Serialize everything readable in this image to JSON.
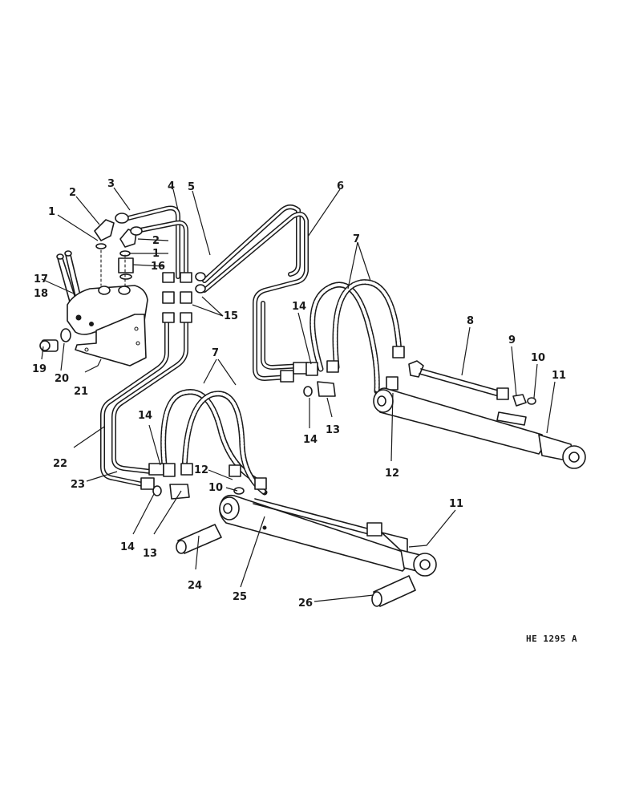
{
  "callouts": {
    "c1a": "1",
    "c1b": "1",
    "c2a": "2",
    "c2b": "2",
    "c3": "3",
    "c4": "4",
    "c5": "5",
    "c6": "6",
    "c7a": "7",
    "c7b": "7",
    "c8": "8",
    "c9": "9",
    "c10a": "10",
    "c10b": "10",
    "c11a": "11",
    "c11b": "11",
    "c12a": "12",
    "c12b": "12",
    "c13a": "13",
    "c13b": "13",
    "c14a": "14",
    "c14b": "14",
    "c14c": "14",
    "c14d": "14",
    "c15": "15",
    "c16": "16",
    "c17": "17",
    "c18": "18",
    "c19": "19",
    "c20": "20",
    "c21": "21",
    "c22": "22",
    "c23": "23",
    "c24": "24",
    "c25": "25",
    "c26": "26"
  },
  "drawing_code": "HE 1295 A"
}
